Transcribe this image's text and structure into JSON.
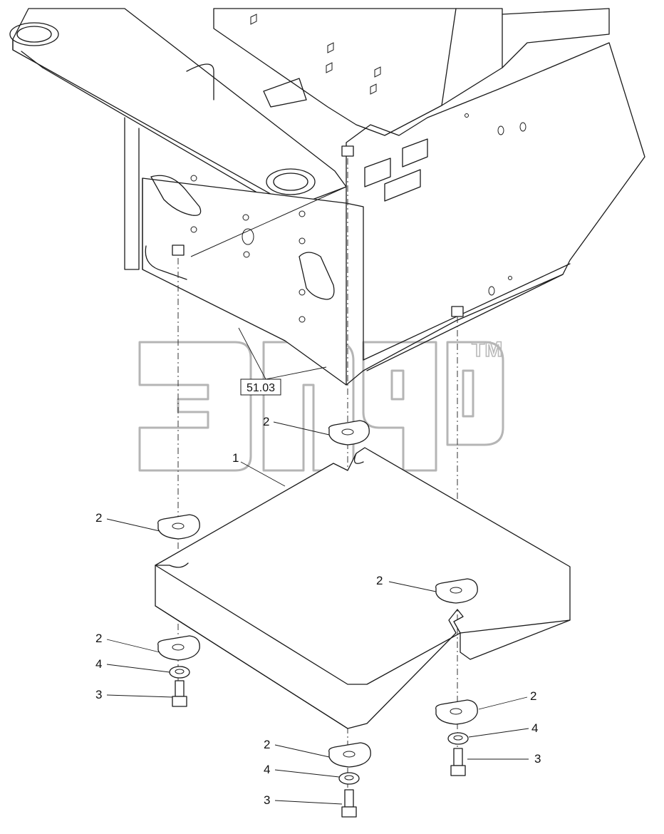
{
  "reference_box": {
    "label": "51.03"
  },
  "watermark": {
    "trademark": "TM"
  },
  "callouts": [
    {
      "id": "c1",
      "number": "1"
    },
    {
      "id": "c2a",
      "number": "2"
    },
    {
      "id": "c2b",
      "number": "2"
    },
    {
      "id": "c2c",
      "number": "2"
    },
    {
      "id": "c2d",
      "number": "2"
    },
    {
      "id": "c2e",
      "number": "2"
    },
    {
      "id": "c2f",
      "number": "2"
    },
    {
      "id": "c4a",
      "number": "4"
    },
    {
      "id": "c3a",
      "number": "3"
    },
    {
      "id": "c4b",
      "number": "4"
    },
    {
      "id": "c3b",
      "number": "3"
    },
    {
      "id": "c4c",
      "number": "4"
    },
    {
      "id": "c3c",
      "number": "3"
    }
  ]
}
